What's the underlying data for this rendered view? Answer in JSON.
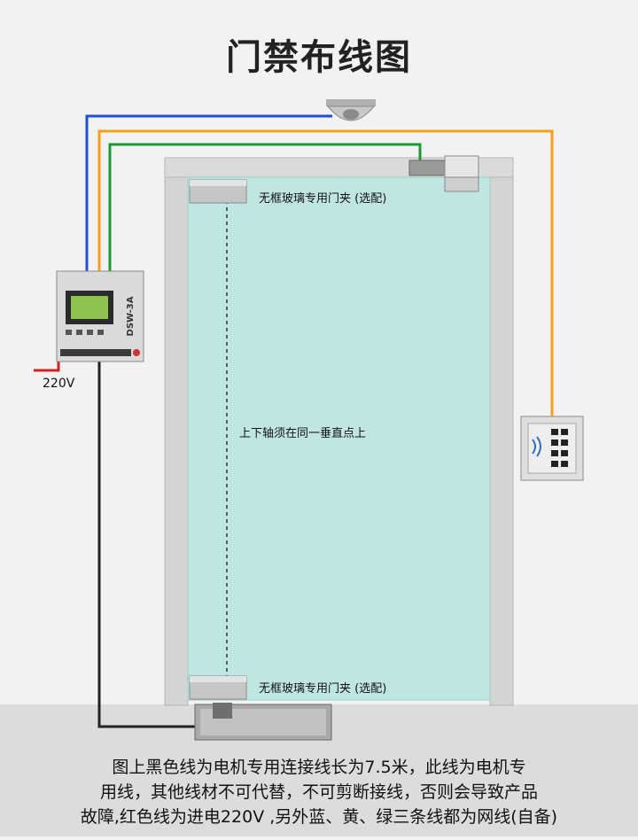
{
  "title": "门禁布线图",
  "controller": {
    "model": "DSW-3A"
  },
  "power_label": "220V",
  "clip_top_label": "无框玻璃专用门夹 (选配)",
  "clip_bottom_label": "无框玻璃专用门夹 (选配)",
  "axis_note": "上下轴须在同一垂直点上",
  "footer_lines": [
    "图上黑色线为电机专用连接线长为7.5米，此线为电机专",
    "用线，其他线材不可代替，不可剪断接线，否则会导致产品",
    "故障,红色线为进电220V ,另外蓝、黄、绿三条线都为网线(自备)"
  ],
  "wire_colors": {
    "blue": "#1f4fd6",
    "orange": "#f5a01a",
    "green": "#1e9a35",
    "red": "#d81e1e",
    "black": "#222222"
  },
  "glass_color": "#bfe6e3"
}
